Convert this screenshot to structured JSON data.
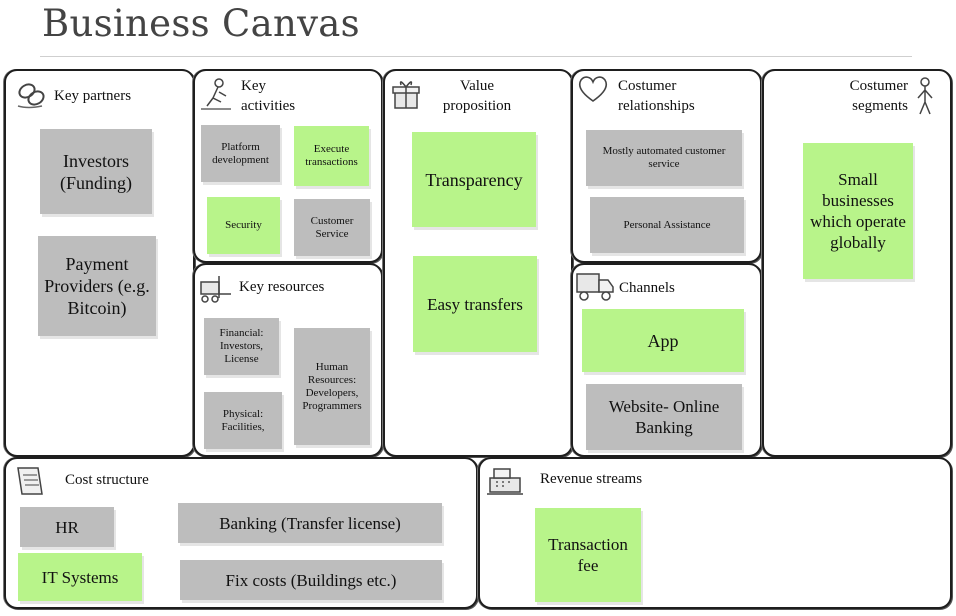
{
  "title": "Business Canvas",
  "sections": {
    "key_partners": {
      "heading": "Key partners"
    },
    "key_activities": {
      "heading_line1": "Key",
      "heading_line2": "activities"
    },
    "value_proposition": {
      "heading_line1": "Value",
      "heading_line2": "proposition"
    },
    "customer_relationships": {
      "heading_line1": "Costumer",
      "heading_line2": "relationships"
    },
    "customer_segments": {
      "heading_line1": "Costumer",
      "heading_line2": "segments"
    },
    "key_resources": {
      "heading": "Key resources"
    },
    "channels": {
      "heading": "Channels"
    },
    "cost_structure": {
      "heading": "Cost structure"
    },
    "revenue_streams": {
      "heading": "Revenue streams"
    }
  },
  "notes": {
    "investors": "Investors (Funding)",
    "payment_providers": "Payment Providers (e.g. Bitcoin)",
    "platform_development": "Platform development",
    "execute_transactions": "Execute transactions",
    "security": "Security",
    "customer_service": "Customer Service",
    "financial": "Financial: Investors, License",
    "human_resources": "Human Resources: Developers, Programmers",
    "physical": "Physical: Facilities,",
    "transparency": "Transparency",
    "easy_transfers": "Easy transfers",
    "automated_service": "Mostly automated customer service",
    "personal_assistance": "Personal Assistance",
    "app": "App",
    "website": "Website- Online Banking",
    "small_businesses": "Small businesses which operate globally",
    "hr": "HR",
    "it_systems": "IT Systems",
    "banking": "Banking (Transfer license)",
    "fix_costs": "Fix costs (Buildings etc.)",
    "transaction_fee": "Transaction fee"
  },
  "colors": {
    "green_note": "#b8f48a",
    "gray_note": "#bdbdbd",
    "border": "#1e1e1e"
  },
  "icons": [
    "chain-link-icon",
    "worker-icon",
    "gift-box-icon",
    "heart-icon",
    "person-standing-icon",
    "forklift-icon",
    "delivery-truck-icon",
    "receipt-icon",
    "cash-register-icon"
  ]
}
